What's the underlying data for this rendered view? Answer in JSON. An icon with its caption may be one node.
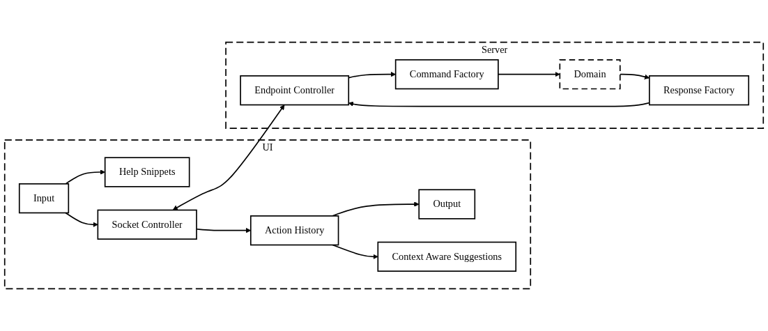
{
  "diagram": {
    "nodes": [
      {
        "text": [
          "UI"
        ]
      },
      {
        "text": [
          "Help Snippets"
        ],
        "in": 0
      },
      {
        "text": [
          "Input"
        ],
        "in": 0
      },
      {
        "text": [
          "Action History"
        ],
        "in": 0
      },
      {
        "text": [
          "Socket Controller"
        ],
        "in": 0
      },
      {
        "text": [
          "Output"
        ],
        "in": 0
      },
      {
        "text": [
          "Context Aware Suggestions"
        ],
        "in": 0
      },
      {
        "text": [
          "Server"
        ]
      },
      {
        "text": [
          "Response Factory"
        ],
        "in": 7
      },
      {
        "text": [
          "Endpoint Controller"
        ],
        "in": 7
      },
      {
        "text": [
          "Domain"
        ],
        "in": 7
      },
      {
        "text": [
          "Command Factory"
        ],
        "in": 7
      }
    ],
    "edges": [
      {
        "from": 2,
        "to": 1,
        "arrow": "to"
      },
      {
        "from": 2,
        "to": 4,
        "arrow": "to"
      },
      {
        "from": 4,
        "to": 3,
        "arrow": "to"
      },
      {
        "from": 4,
        "to": 9,
        "arrow": "both"
      },
      {
        "from": 3,
        "to": 5,
        "arrow": "to"
      },
      {
        "from": 3,
        "to": 6,
        "arrow": "to"
      },
      {
        "from": 8,
        "to": 9,
        "arrow": "to"
      },
      {
        "from": 10,
        "to": 8,
        "arrow": "to"
      },
      {
        "from": 9,
        "to": 11,
        "arrow": "to"
      },
      {
        "from": 11,
        "to": 10,
        "arrow": "to"
      }
    ]
  }
}
